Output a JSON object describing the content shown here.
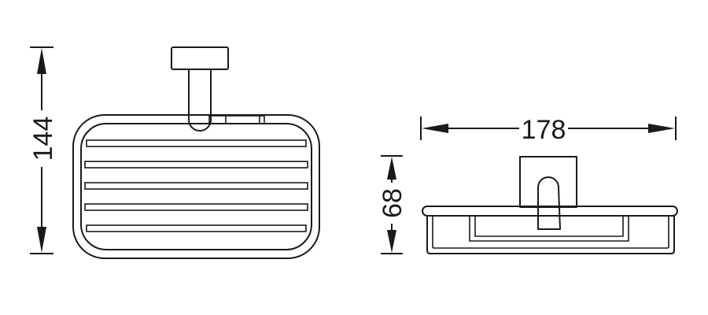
{
  "dimensions": {
    "height_label": "144",
    "depth_label": "68",
    "width_label": "178"
  },
  "colors": {
    "line": "#1a1a1a",
    "background": "#ffffff"
  }
}
